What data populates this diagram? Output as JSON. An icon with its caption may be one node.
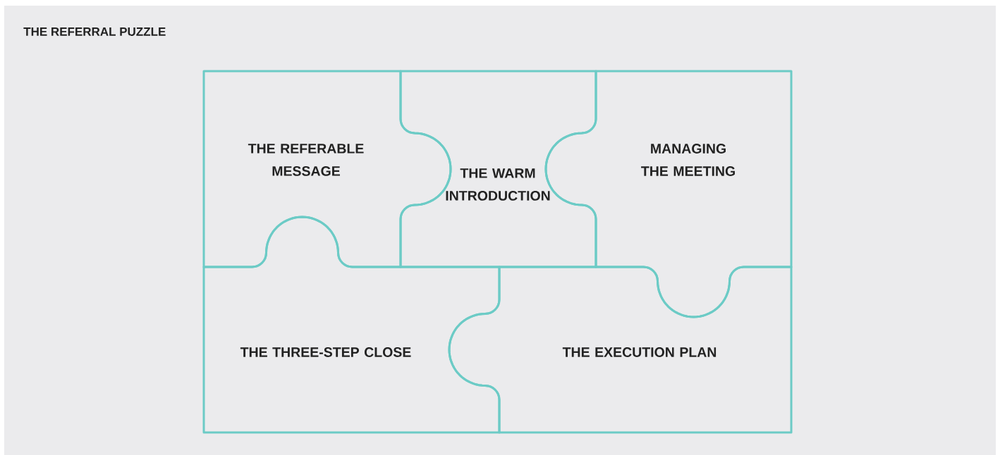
{
  "diagram": {
    "title": "THE REFERRAL PUZZLE",
    "nodes": [
      {
        "text": [
          "THE REFERABLE MESSAGE"
        ]
      },
      {
        "text": [
          "THE WARM INTRODUCTION"
        ]
      },
      {
        "text": [
          "MANAGING THE MEETING"
        ]
      },
      {
        "text": [
          "THE THREE-STEP CLOSE"
        ]
      },
      {
        "text": [
          "THE EXECUTION PLAN"
        ]
      }
    ]
  }
}
